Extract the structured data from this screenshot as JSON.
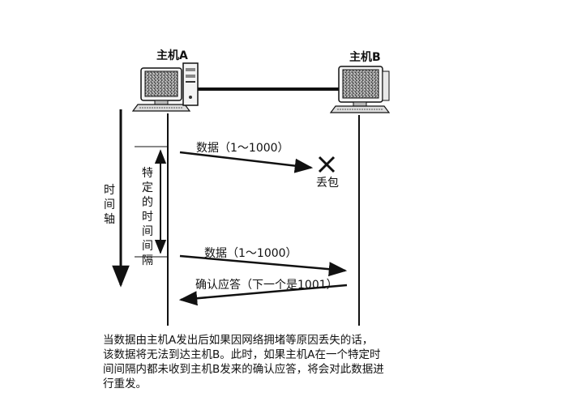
{
  "hosts": {
    "a_label": "主机A",
    "b_label": "主机B"
  },
  "time_axis_label": "时间轴",
  "interval_label": "特定的时间间隔",
  "messages": {
    "data_first": "数据（1～1000）",
    "lost_label": "丢包",
    "data_resend": "数据（1～1000）",
    "ack": "确认应答（下一个是1001）"
  },
  "caption": [
    "当数据由主机A发出后如果因网络拥堵等原因丢失的话，",
    "该数据将无法到达主机B。此时，如果主机A在一个特定时",
    "间间隔内都未收到主机B发来的确认应答，将会对此数据进",
    "行重发。"
  ]
}
